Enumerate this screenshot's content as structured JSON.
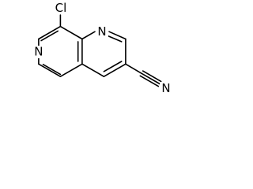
{
  "molecule": {
    "atoms": {
      "cl": "Cl",
      "n_pyridine": "N",
      "n_naphthyridine": "N",
      "n_nitrile": "N"
    }
  }
}
